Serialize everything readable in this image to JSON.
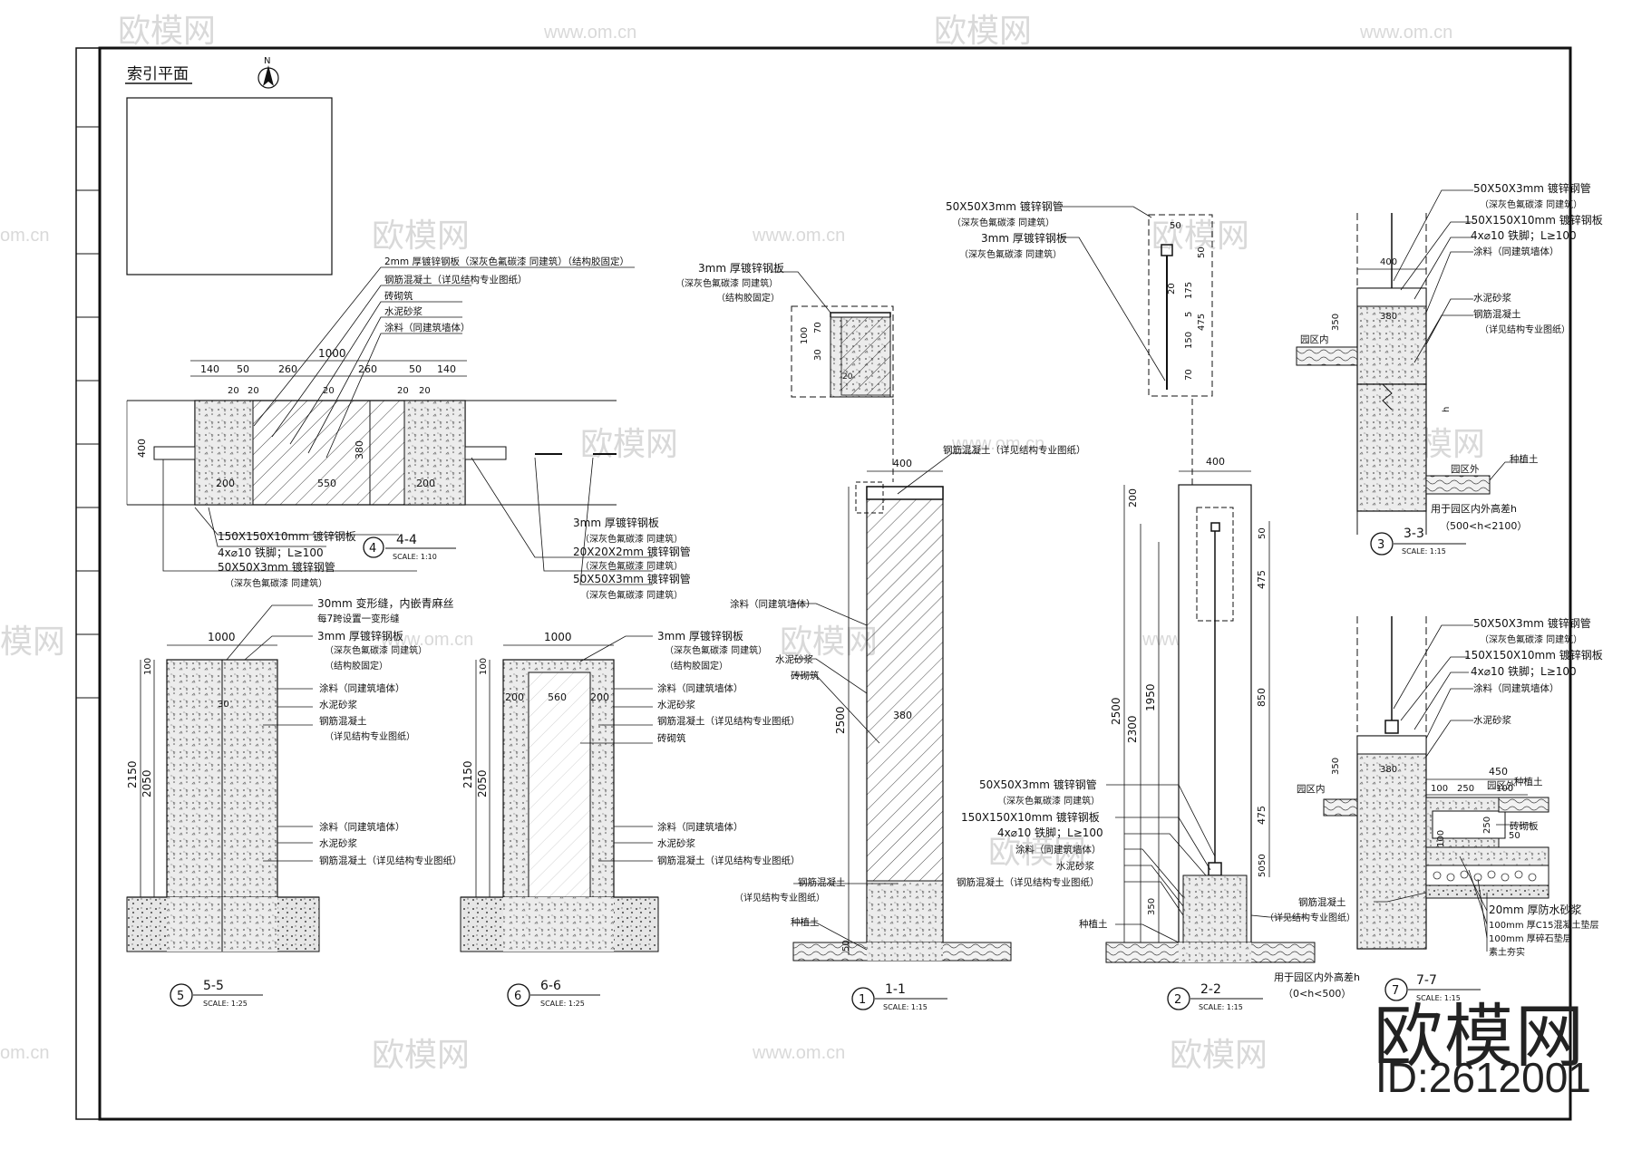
{
  "watermark": {
    "logo": "欧模网",
    "url": "www.om.cn",
    "partial": "om.cn",
    "partial2": "模网"
  },
  "brand": {
    "name": "欧模网",
    "id": "ID:2612001"
  },
  "index_plan": {
    "title": "索引平面",
    "north": "N"
  },
  "notes": {
    "steel_plate_2mm": "2mm 厚镀锌钢板（深灰色氟碳漆 同建筑）（结构胶固定）",
    "rc": "钢筋混凝土（详见结构专业图纸）",
    "masonry": "砖砌筑",
    "cement_mortar": "水泥砂浆",
    "paint": "涂料（同建筑墙体）",
    "plate_150": "150X150X10mm 镀锌钢板",
    "anchor": "4x⌀10 铁脚；L≥100",
    "pipe_50": "50X50X3mm 镀锌钢管",
    "dark_grey": "（深灰色氟碳漆 同建筑）",
    "plate_3mm": "3mm 厚镀锌钢板",
    "pipe_20": "20X20X2mm 镀锌钢管",
    "joint": "30mm 变形缝，内嵌青麻丝",
    "joint2": "每7跨设置一变形缝",
    "glue": "（结构胶固定）",
    "paint_short": "涂料（同建筑墙体）",
    "masonry_short": "砖砌筑",
    "rc_short": "钢筋混凝土",
    "rc_detail": "（详见结构专业图纸）",
    "soil": "种植土",
    "inside": "园区内",
    "outside": "园区外",
    "paver": "砖砌板",
    "use_3": "用于园区内外高差h",
    "use_3_range": "（500<h<2100）",
    "use_2": "用于园区内外高差h",
    "use_2_range": "（0<h<500）",
    "mortar_20": "20mm 厚防水砂浆",
    "c15": "100mm 厚C15混凝土垫层",
    "gravel": "100mm 厚碎石垫层",
    "compact": "素土夯实"
  },
  "sections": [
    {
      "num": "4",
      "title": "4-4",
      "scale": "SCALE:  1:10"
    },
    {
      "num": "5",
      "title": "5-5",
      "scale": "SCALE:  1:25"
    },
    {
      "num": "6",
      "title": "6-6",
      "scale": "SCALE:  1:25"
    },
    {
      "num": "1",
      "title": "1-1",
      "scale": "SCALE:  1:15"
    },
    {
      "num": "2",
      "title": "2-2",
      "scale": "SCALE:  1:15"
    },
    {
      "num": "3",
      "title": "3-3",
      "scale": "SCALE:  1:15"
    },
    {
      "num": "7",
      "title": "7-7",
      "scale": "SCALE:  1:15"
    }
  ],
  "dims": {
    "d1000": "1000",
    "d140": "140",
    "d50": "50",
    "d260": "260",
    "d20": "20",
    "d400": "400",
    "d380": "380",
    "d200": "200",
    "d550": "550",
    "d560": "560",
    "d2150": "2150",
    "d2050": "2050",
    "d100": "100",
    "d70": "70",
    "d30": "30",
    "d2500": "2500",
    "d350": "350",
    "d2300": "2300",
    "d1950": "1950",
    "d475": "475",
    "d850": "850",
    "d175": "175",
    "d150": "150",
    "d450": "450",
    "d250": "250",
    "h": "h",
    "d5": "5"
  }
}
